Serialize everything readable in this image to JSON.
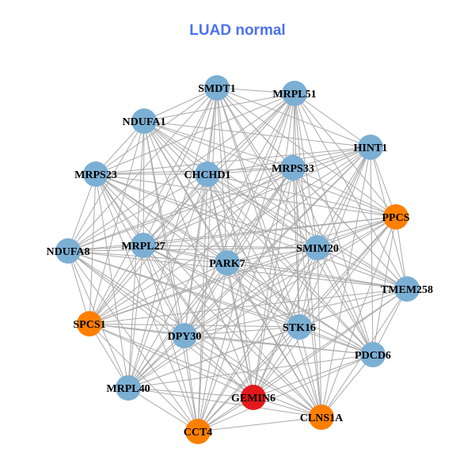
{
  "title": "LUAD normal",
  "colors": {
    "default": "#7BAFD4",
    "highlight": "#FF7F00",
    "center": "#E31A1C",
    "edge": "#AAAAAA"
  },
  "nodes": [
    {
      "id": "SMDT1",
      "group": "default"
    },
    {
      "id": "MRPL51",
      "group": "default"
    },
    {
      "id": "NDUFA1",
      "group": "default"
    },
    {
      "id": "HINT1",
      "group": "default"
    },
    {
      "id": "CHCHD1",
      "group": "default"
    },
    {
      "id": "MRPS33",
      "group": "default"
    },
    {
      "id": "MRPS23",
      "group": "default"
    },
    {
      "id": "PPCS",
      "group": "highlight"
    },
    {
      "id": "NDUFA8",
      "group": "default"
    },
    {
      "id": "MRPL27",
      "group": "default"
    },
    {
      "id": "SMIM20",
      "group": "default"
    },
    {
      "id": "PARK7",
      "group": "default"
    },
    {
      "id": "TMEM258",
      "group": "default"
    },
    {
      "id": "SPCS1",
      "group": "highlight"
    },
    {
      "id": "DPY30",
      "group": "default"
    },
    {
      "id": "STK16",
      "group": "default"
    },
    {
      "id": "PDCD6",
      "group": "default"
    },
    {
      "id": "MRPL40",
      "group": "default"
    },
    {
      "id": "GEMIN6",
      "group": "center"
    },
    {
      "id": "CLNS1A",
      "group": "highlight"
    },
    {
      "id": "CCT4",
      "group": "highlight"
    }
  ],
  "edges": "all-pairs"
}
